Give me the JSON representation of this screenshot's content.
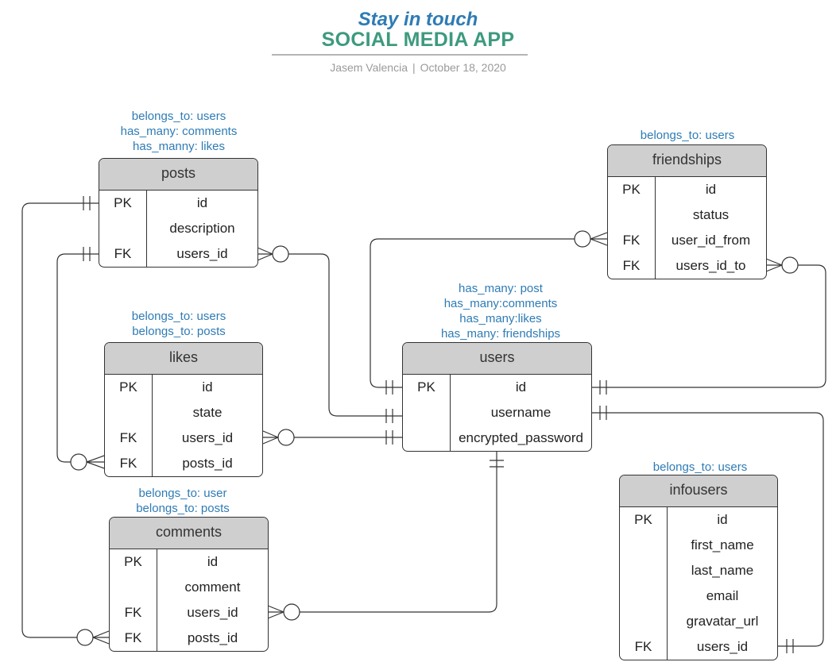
{
  "header": {
    "title": "Stay in touch",
    "subtitle": "SOCIAL MEDIA APP",
    "author": "Jasem Valencia",
    "separator": "|",
    "date": "October 18, 2020"
  },
  "entities": {
    "posts": {
      "name": "posts",
      "annotations": [
        "belongs_to: users",
        "has_many: comments",
        "has_manny: likes"
      ],
      "fields": [
        {
          "key": "PK",
          "name": "id"
        },
        {
          "key": "",
          "name": "description"
        },
        {
          "key": "FK",
          "name": "users_id"
        }
      ]
    },
    "likes": {
      "name": "likes",
      "annotations": [
        "belongs_to: users",
        "belongs_to: posts"
      ],
      "fields": [
        {
          "key": "PK",
          "name": "id"
        },
        {
          "key": "",
          "name": "state"
        },
        {
          "key": "FK",
          "name": "users_id"
        },
        {
          "key": "FK",
          "name": "posts_id"
        }
      ]
    },
    "comments": {
      "name": "comments",
      "annotations": [
        "belongs_to: user",
        "belongs_to: posts"
      ],
      "fields": [
        {
          "key": "PK",
          "name": "id"
        },
        {
          "key": "",
          "name": "comment"
        },
        {
          "key": "FK",
          "name": "users_id"
        },
        {
          "key": "FK",
          "name": "posts_id"
        }
      ]
    },
    "users": {
      "name": "users",
      "annotations": [
        "has_many: post",
        "has_many:comments",
        "has_many:likes",
        "has_many: friendships"
      ],
      "fields": [
        {
          "key": "PK",
          "name": "id"
        },
        {
          "key": "",
          "name": "username"
        },
        {
          "key": "",
          "name": "encrypted_password"
        }
      ]
    },
    "friendships": {
      "name": "friendships",
      "annotations": [
        "belongs_to: users"
      ],
      "fields": [
        {
          "key": "PK",
          "name": "id"
        },
        {
          "key": "",
          "name": "status"
        },
        {
          "key": "FK",
          "name": "user_id_from"
        },
        {
          "key": "FK",
          "name": "users_id_to"
        }
      ]
    },
    "infousers": {
      "name": "infousers",
      "annotations": [
        "belongs_to: users"
      ],
      "fields": [
        {
          "key": "PK",
          "name": "id"
        },
        {
          "key": "",
          "name": "first_name"
        },
        {
          "key": "",
          "name": "last_name"
        },
        {
          "key": "",
          "name": "email"
        },
        {
          "key": "",
          "name": "gravatar_url"
        },
        {
          "key": "FK",
          "name": "users_id"
        }
      ]
    }
  }
}
